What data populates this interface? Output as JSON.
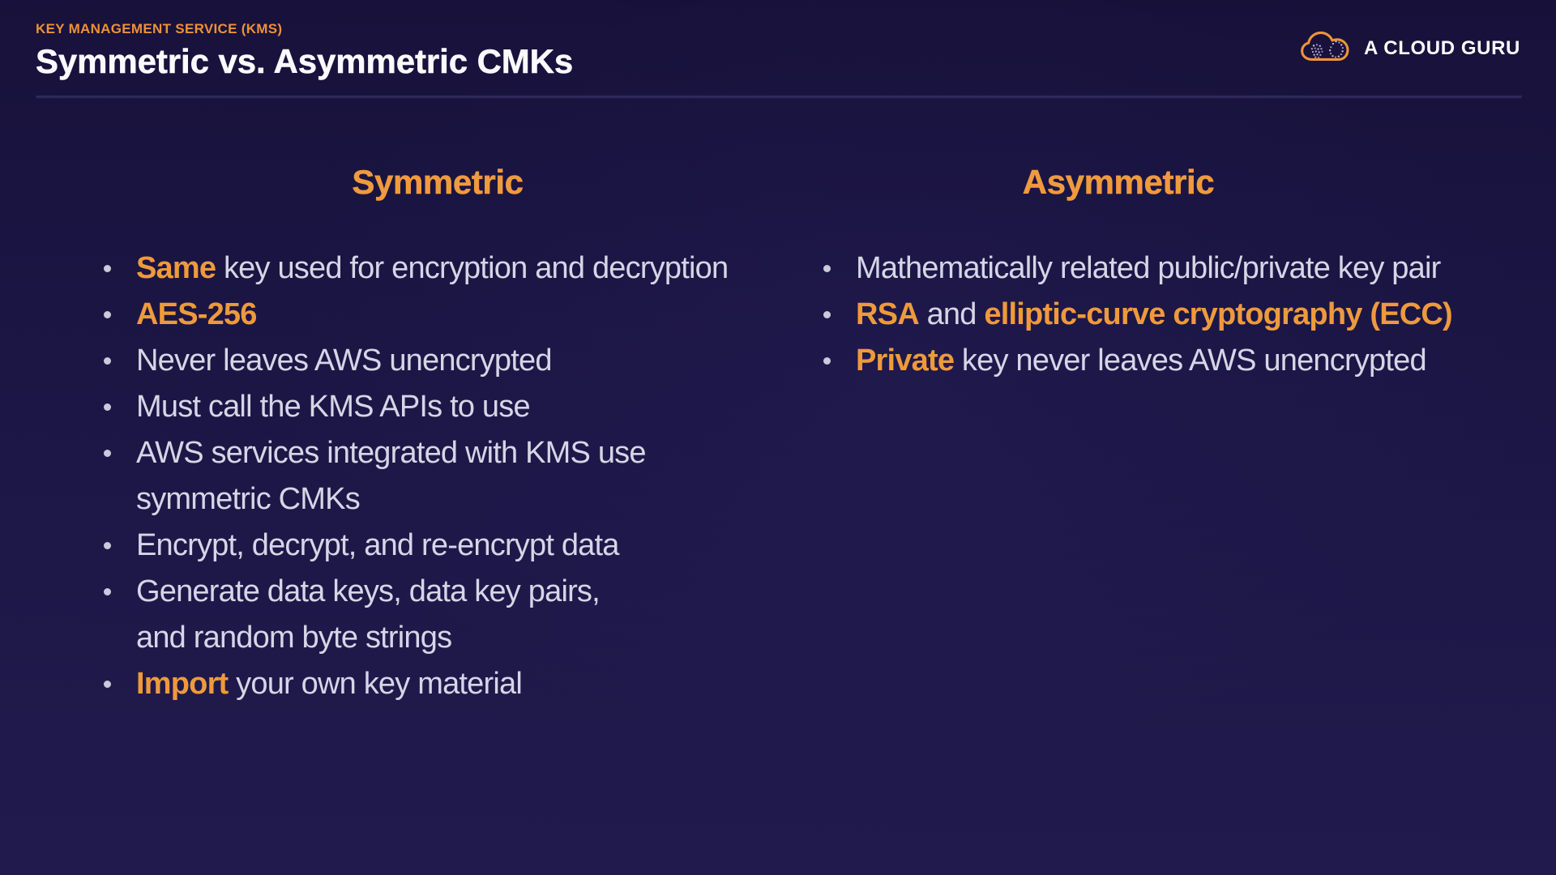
{
  "header": {
    "eyebrow": "KEY MANAGEMENT SERVICE (KMS)",
    "title": "Symmetric vs. Asymmetric CMKs"
  },
  "logo": {
    "icon": "cloud-icon",
    "text": "A CLOUD GURU"
  },
  "columns": [
    {
      "heading": "Symmetric",
      "bullets": [
        {
          "lines": [
            [
              {
                "t": "Same",
                "hl": true
              },
              {
                "t": " key used for encryption and decryption"
              }
            ]
          ]
        },
        {
          "lines": [
            [
              {
                "t": "AES-256",
                "hl": true
              }
            ]
          ]
        },
        {
          "lines": [
            [
              {
                "t": "Never leaves AWS unencrypted"
              }
            ]
          ]
        },
        {
          "lines": [
            [
              {
                "t": "Must call the KMS APIs to use"
              }
            ]
          ]
        },
        {
          "lines": [
            [
              {
                "t": "AWS services integrated with KMS use"
              }
            ],
            [
              {
                "t": "symmetric CMKs"
              }
            ]
          ]
        },
        {
          "lines": [
            [
              {
                "t": "Encrypt, decrypt, and re-encrypt data"
              }
            ]
          ]
        },
        {
          "lines": [
            [
              {
                "t": "Generate data keys, data key pairs,"
              }
            ],
            [
              {
                "t": "and random byte strings"
              }
            ]
          ]
        },
        {
          "lines": [
            [
              {
                "t": "Import",
                "hl": true
              },
              {
                "t": " your own key material"
              }
            ]
          ]
        }
      ]
    },
    {
      "heading": "Asymmetric",
      "bullets": [
        {
          "lines": [
            [
              {
                "t": "Mathematically related public/private key pair"
              }
            ]
          ]
        },
        {
          "lines": [
            [
              {
                "t": "RSA",
                "hl": true
              },
              {
                "t": " and "
              },
              {
                "t": "elliptic-curve cryptography (ECC)",
                "hl": true
              }
            ]
          ]
        },
        {
          "lines": [
            [
              {
                "t": "Private",
                "hl": true
              },
              {
                "t": " key never leaves AWS unencrypted"
              }
            ]
          ]
        }
      ]
    }
  ],
  "colors": {
    "accent_orange": "#EE9A3C",
    "body_text": "#D7D5E6",
    "title_text": "#FAF9FD",
    "background_top": "#1b1638",
    "background_bottom": "#241e4f"
  }
}
